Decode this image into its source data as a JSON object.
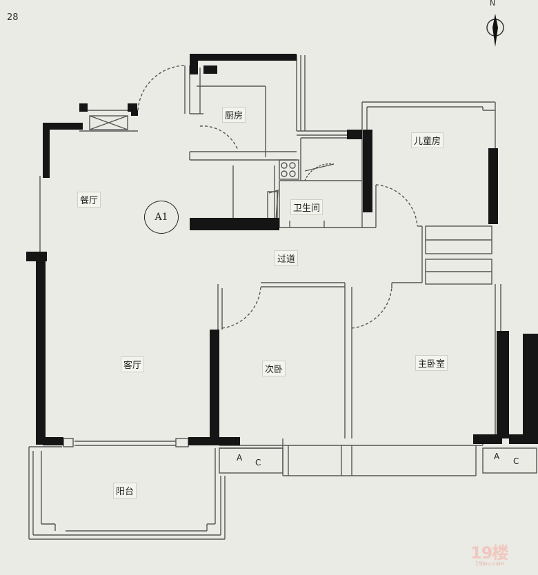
{
  "page_number": "28",
  "north": "N",
  "unit": "A1",
  "rooms": {
    "kitchen": "厨房",
    "kids_room": "儿童房",
    "dining": "餐厅",
    "bathroom": "卫生间",
    "corridor": "过道",
    "living": "客厅",
    "second_bedroom": "次卧",
    "master_bedroom": "主卧室",
    "balcony": "阳台"
  },
  "ac_units": [
    {
      "a": "A",
      "c": "C"
    },
    {
      "a": "A",
      "c": "C"
    }
  ],
  "watermark": {
    "logo": "19楼",
    "site": "19lou.com"
  },
  "colors": {
    "background": "#e9ebe4",
    "wall": "#151515",
    "line": "#4a4a4a"
  }
}
